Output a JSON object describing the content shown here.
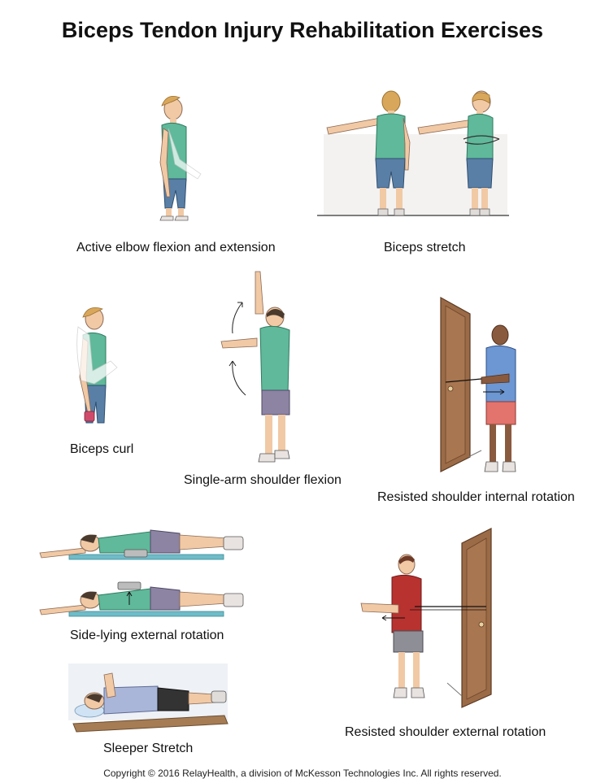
{
  "title": "Biceps Tendon Injury Rehabilitation Exercises",
  "exercises": [
    {
      "label": "Active elbow flexion and extension"
    },
    {
      "label": "Biceps stretch"
    },
    {
      "label": "Biceps curl"
    },
    {
      "label": "Single-arm shoulder flexion"
    },
    {
      "label": "Resisted shoulder internal rotation"
    },
    {
      "label": "Side-lying external rotation"
    },
    {
      "label": "Sleeper Stretch"
    },
    {
      "label": "Resisted shoulder external rotation"
    }
  ],
  "copyright": "Copyright © 2016 RelayHealth, a division of McKesson Technologies Inc. All rights reserved.",
  "colors": {
    "skin": "#f1c9a5",
    "tank_teal": "#5fb99a",
    "shorts_blue": "#5a7fa6",
    "shorts_gray": "#8d84a4",
    "shorts_red": "#e2746d",
    "shirt_blue": "#6d97d3",
    "shirt_red": "#b8322f",
    "door": "#9b6b47",
    "mat": "#6fbcc8",
    "hair_blonde": "#d9a75b"
  }
}
